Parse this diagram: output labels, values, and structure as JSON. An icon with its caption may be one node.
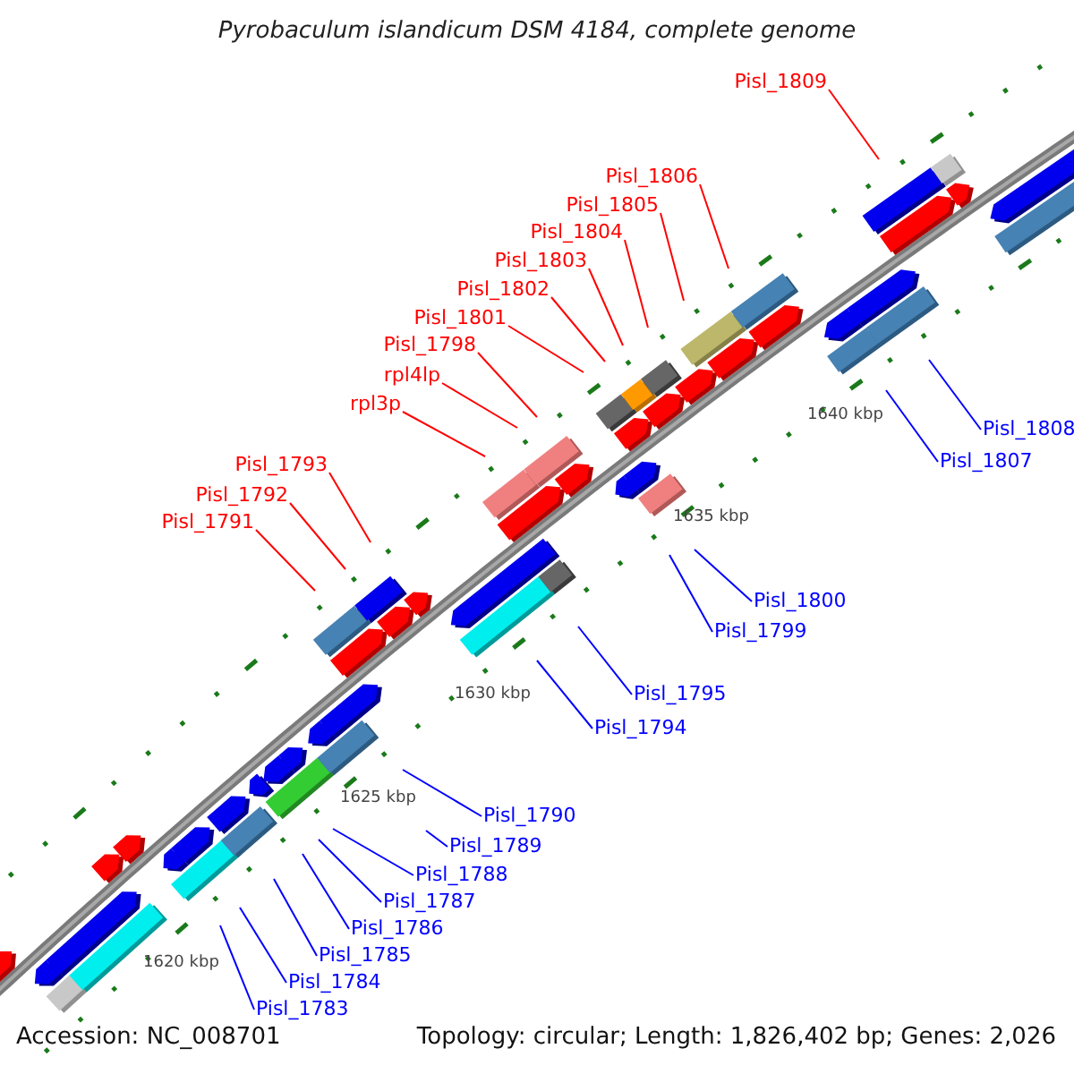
{
  "diagram": {
    "title": "Pyrobaculum islandicum DSM 4184, complete genome",
    "nodes": [
      {
        "text": [
          "Pisl_1809"
        ]
      },
      {
        "text": [
          "Pisl_1806"
        ]
      },
      {
        "text": [
          "Pisl_1805"
        ]
      },
      {
        "text": [
          "Pisl_1804"
        ]
      },
      {
        "text": [
          "Pisl_1803"
        ]
      },
      {
        "text": [
          "Pisl_1802"
        ]
      },
      {
        "text": [
          "Pisl_1801"
        ]
      },
      {
        "text": [
          "Pisl_1798"
        ]
      },
      {
        "text": [
          "rpl4lp"
        ]
      },
      {
        "text": [
          "rpl3p"
        ]
      },
      {
        "text": [
          "Pisl_1808"
        ]
      },
      {
        "text": [
          "Pisl_1807"
        ]
      },
      {
        "text": [
          "Pisl_1793"
        ]
      },
      {
        "text": [
          "Pisl_1792"
        ]
      },
      {
        "text": [
          "Pisl_1791"
        ]
      },
      {
        "text": [
          "Pisl_1800"
        ]
      },
      {
        "text": [
          "Pisl_1799"
        ]
      },
      {
        "text": [
          "Pisl_1795"
        ]
      },
      {
        "text": [
          "Pisl_1794"
        ]
      },
      {
        "text": [
          "Pisl_1790"
        ]
      },
      {
        "text": [
          "Pisl_1789"
        ]
      },
      {
        "text": [
          "Pisl_1788"
        ]
      },
      {
        "text": [
          "Pisl_1787"
        ]
      },
      {
        "text": [
          "Pisl_1786"
        ]
      },
      {
        "text": [
          "Pisl_1785"
        ]
      },
      {
        "text": [
          "Pisl_1784"
        ]
      },
      {
        "text": [
          "Pisl_1783"
        ]
      }
    ],
    "edges": [
      {
        "from": 0,
        "to": null,
        "arrow": "none",
        "color": "#ff0000"
      },
      {
        "from": 1,
        "to": null,
        "arrow": "none",
        "color": "#ff0000"
      },
      {
        "from": 2,
        "to": null,
        "arrow": "none",
        "color": "#ff0000"
      },
      {
        "from": 3,
        "to": null,
        "arrow": "none",
        "color": "#ff0000"
      },
      {
        "from": 4,
        "to": null,
        "arrow": "none",
        "color": "#ff0000"
      },
      {
        "from": 5,
        "to": null,
        "arrow": "none",
        "color": "#ff0000"
      },
      {
        "from": 6,
        "to": null,
        "arrow": "none",
        "color": "#ff0000"
      },
      {
        "from": 7,
        "to": null,
        "arrow": "none",
        "color": "#ff0000"
      },
      {
        "from": 8,
        "to": null,
        "arrow": "none",
        "color": "#ff0000"
      },
      {
        "from": 9,
        "to": null,
        "arrow": "none",
        "color": "#ff0000"
      },
      {
        "from": 10,
        "to": null,
        "arrow": "none"
      },
      {
        "from": 11,
        "to": null,
        "arrow": "none"
      },
      {
        "from": 12,
        "to": null,
        "arrow": "none",
        "color": "#ff0000"
      },
      {
        "from": 13,
        "to": null,
        "arrow": "none",
        "color": "#ff0000"
      },
      {
        "from": 14,
        "to": null,
        "arrow": "none",
        "color": "#ff0000"
      },
      {
        "from": 15,
        "to": null,
        "arrow": "none"
      },
      {
        "from": 16,
        "to": null,
        "arrow": "none"
      },
      {
        "from": 17,
        "to": null,
        "arrow": "none"
      },
      {
        "from": 18,
        "to": null,
        "arrow": "none"
      },
      {
        "from": 19,
        "to": null,
        "arrow": "none"
      },
      {
        "from": 20,
        "to": null,
        "arrow": "none"
      },
      {
        "from": 21,
        "to": null,
        "arrow": "none"
      },
      {
        "from": 22,
        "to": null,
        "arrow": "none"
      },
      {
        "from": 23,
        "to": null,
        "arrow": "none"
      },
      {
        "from": 24,
        "to": null,
        "arrow": "none"
      },
      {
        "from": 25,
        "to": null,
        "arrow": "none"
      },
      {
        "from": 26,
        "to": null,
        "arrow": "none"
      }
    ],
    "labels": [
      "1640 kbp",
      "1635 kbp",
      "1630 kbp",
      "1625 kbp",
      "1620 kbp",
      "Accession: NC_008701",
      "Topology: circular; Length: 1,826,402 bp; Genes: 2,026"
    ]
  }
}
